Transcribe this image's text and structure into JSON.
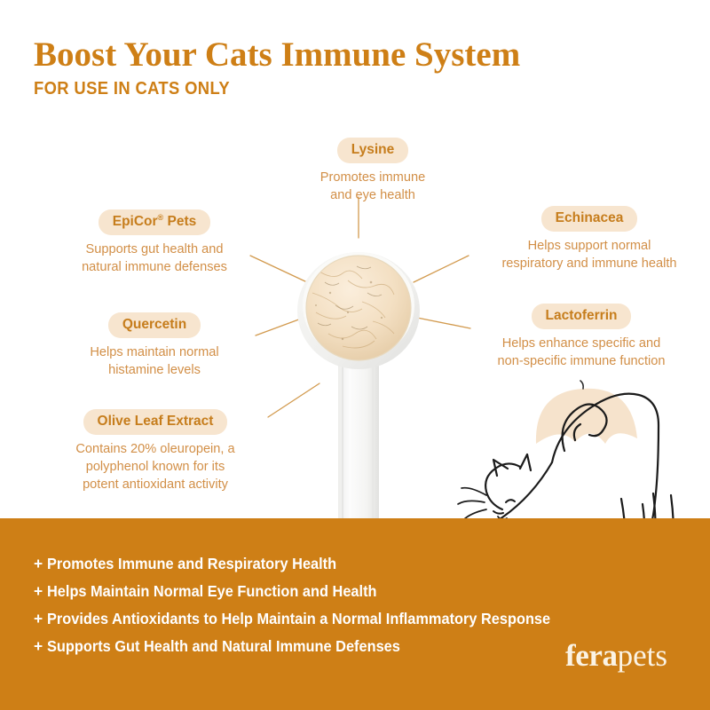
{
  "header": {
    "title": "Boost Your Cats Immune System",
    "subtitle": "FOR USE IN CATS ONLY"
  },
  "colors": {
    "brand_orange": "#CE7F16",
    "pill_background": "#F7E5CF",
    "pill_text": "#C67D1C",
    "description_text": "#D28F47",
    "banner_background": "#CE7F16",
    "banner_text": "#FFFFFF",
    "logo_text": "#FBF3E4",
    "connector_line": "#D29A4E",
    "umbrella_fill": "#F6E3CC",
    "page_background": "#FFFFFF"
  },
  "callouts": [
    {
      "id": "lysine",
      "name": "Lysine",
      "description": "Promotes immune\nand eye health"
    },
    {
      "id": "epicor",
      "name": "EpiCor",
      "name_suffix": " Pets",
      "trademark": "®",
      "description": "Supports gut health and\nnatural immune defenses"
    },
    {
      "id": "quercetin",
      "name": "Quercetin",
      "description": "Helps maintain normal\nhistamine levels"
    },
    {
      "id": "olive-leaf-extract",
      "name": "Olive Leaf Extract",
      "description": "Contains 20% oleuropein, a\npolyphenol known for its\npotent antioxidant activity"
    },
    {
      "id": "echinacea",
      "name": "Echinacea",
      "description": "Helps support normal\nrespiratory and immune health"
    },
    {
      "id": "lactoferrin",
      "name": "Lactoferrin",
      "description": "Helps enhance specific and\nnon-specific immune function"
    }
  ],
  "benefits": {
    "bullet_symbol": "+",
    "items": [
      "Promotes Immune and Respiratory Health",
      "Helps Maintain Normal Eye Function and Health",
      "Provides Antioxidants to Help Maintain a Normal Inflammatory Response",
      "Supports Gut Health and Natural Immune Defenses"
    ]
  },
  "logo": {
    "bold_part": "fera",
    "light_part": "pets"
  },
  "illustrations": {
    "scoop": "measuring-scoop-with-beige-powder",
    "cat": "line-art-stretching-cat",
    "umbrella": "pale-tan-umbrella"
  }
}
